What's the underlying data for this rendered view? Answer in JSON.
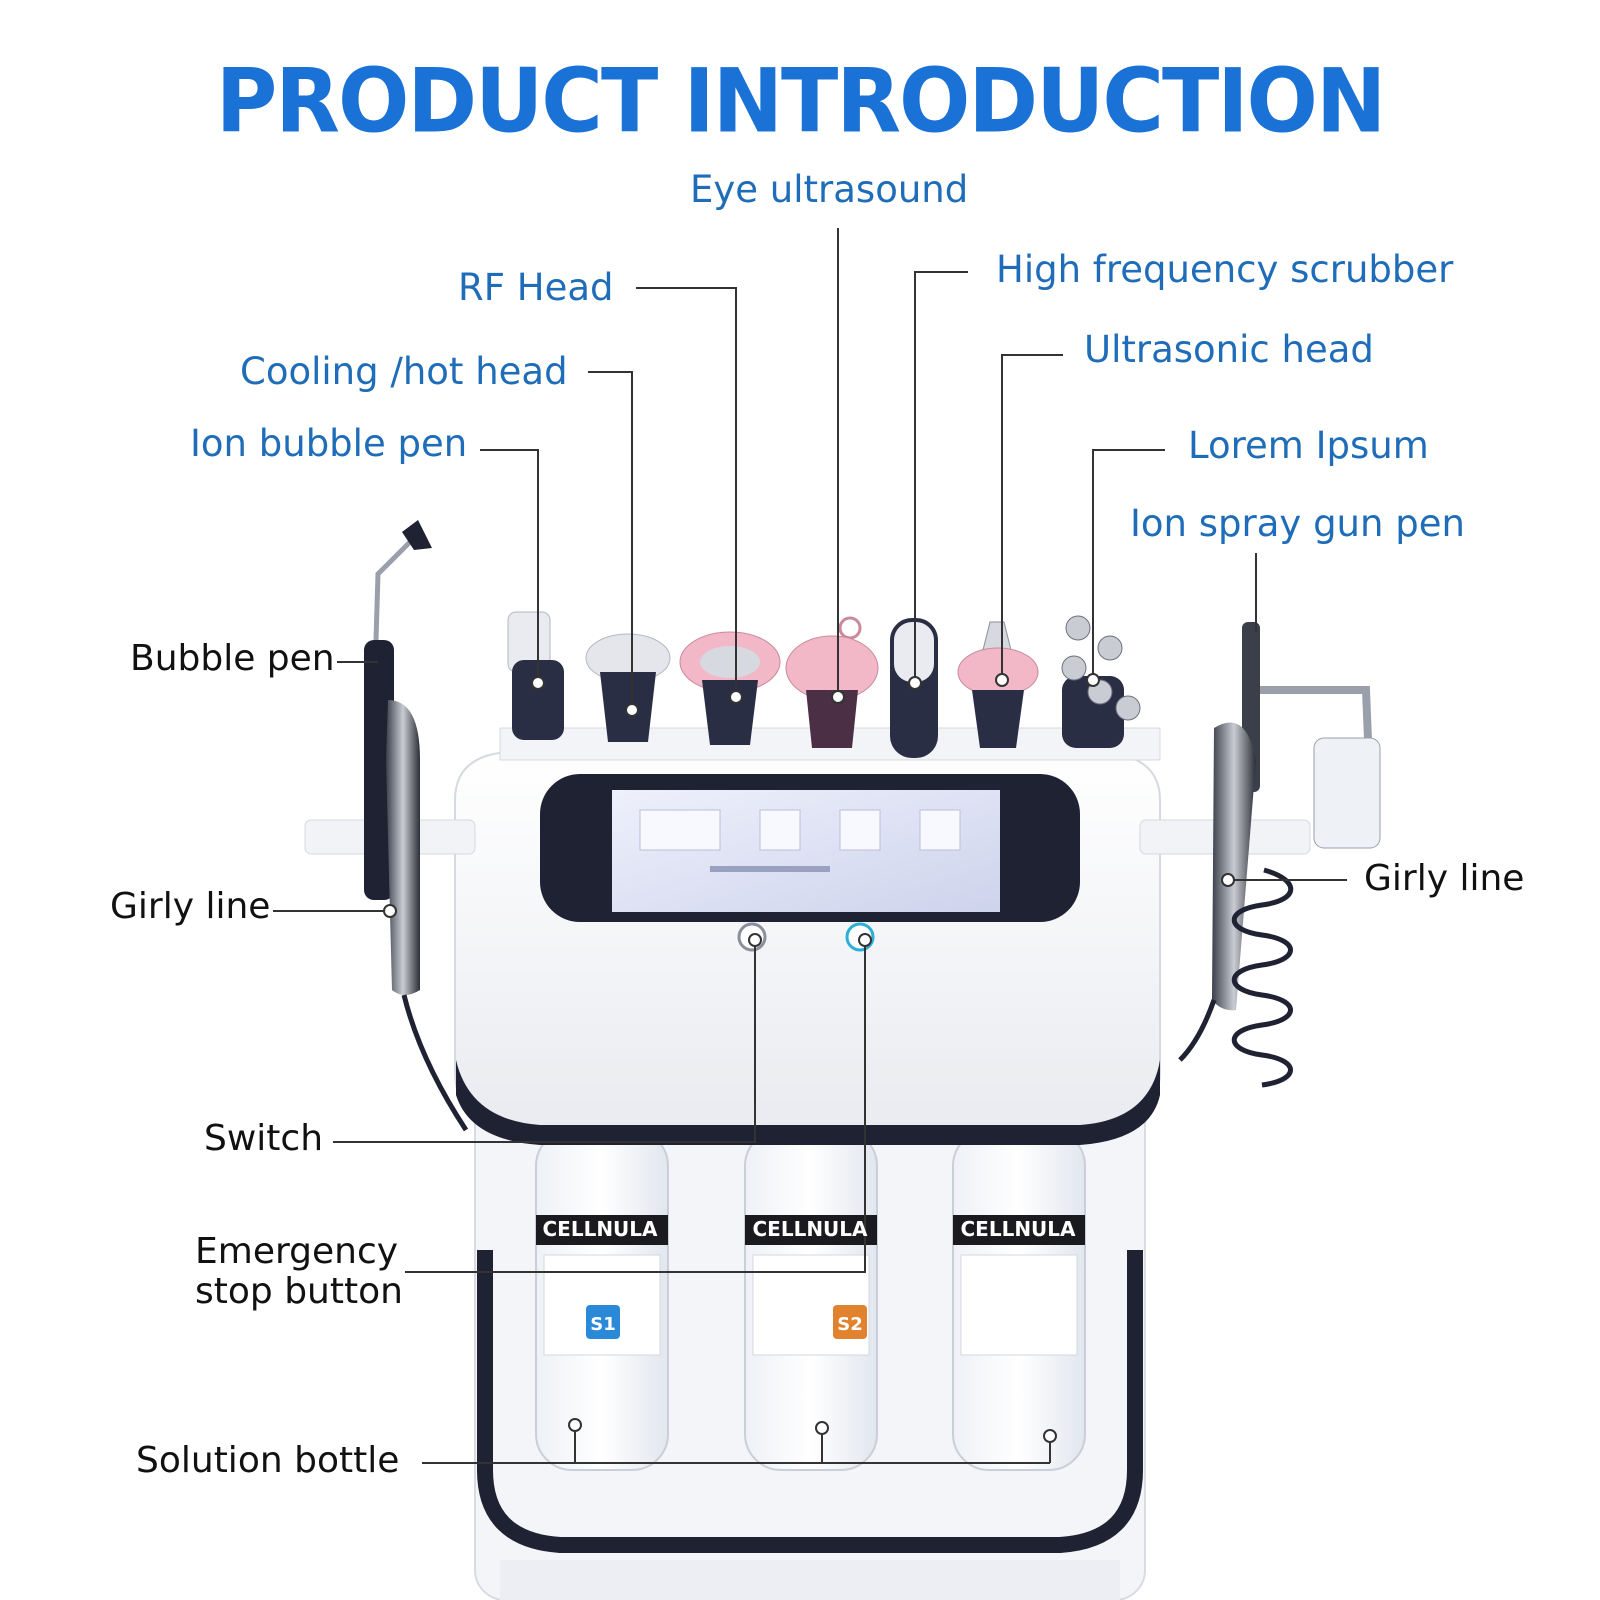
{
  "title": "PRODUCT INTRODUCTION",
  "labels": {
    "eye_ultrasound": "Eye ultrasound",
    "high_frequency_scrubber": "High frequency scrubber",
    "rf_head": "RF Head",
    "ultrasonic_head": "Ultrasonic head",
    "cooling_hot_head": "Cooling /hot head",
    "ion_bubble_pen": "Ion bubble pen",
    "lorem_ipsum": "Lorem Ipsum",
    "ion_spray_gun_pen": "Ion spray gun pen",
    "bubble_pen": "Bubble pen",
    "girly_line_left": "Girly line",
    "girly_line_right": "Girly line",
    "switch": "Switch",
    "emergency_stop_line1": "Emergency",
    "emergency_stop_line2": "stop button",
    "solution_bottle": "Solution bottle"
  },
  "bottle_labels": {
    "brand_1": "CELLNULA",
    "brand_2": "CELLNULA",
    "brand_3": "CELLNULA",
    "badge_1": "S1",
    "badge_2": "S2"
  },
  "colors": {
    "title": "#1a72d6",
    "label_blue": "#1f6db8",
    "label_dark": "#111111",
    "leader_line": "#333333",
    "device_dark": "#1f2233",
    "screen": "#dfe3f5",
    "pink_head": "#f3b8c8",
    "badge_blue": "#2a8ad8",
    "badge_orange": "#e0822e"
  }
}
